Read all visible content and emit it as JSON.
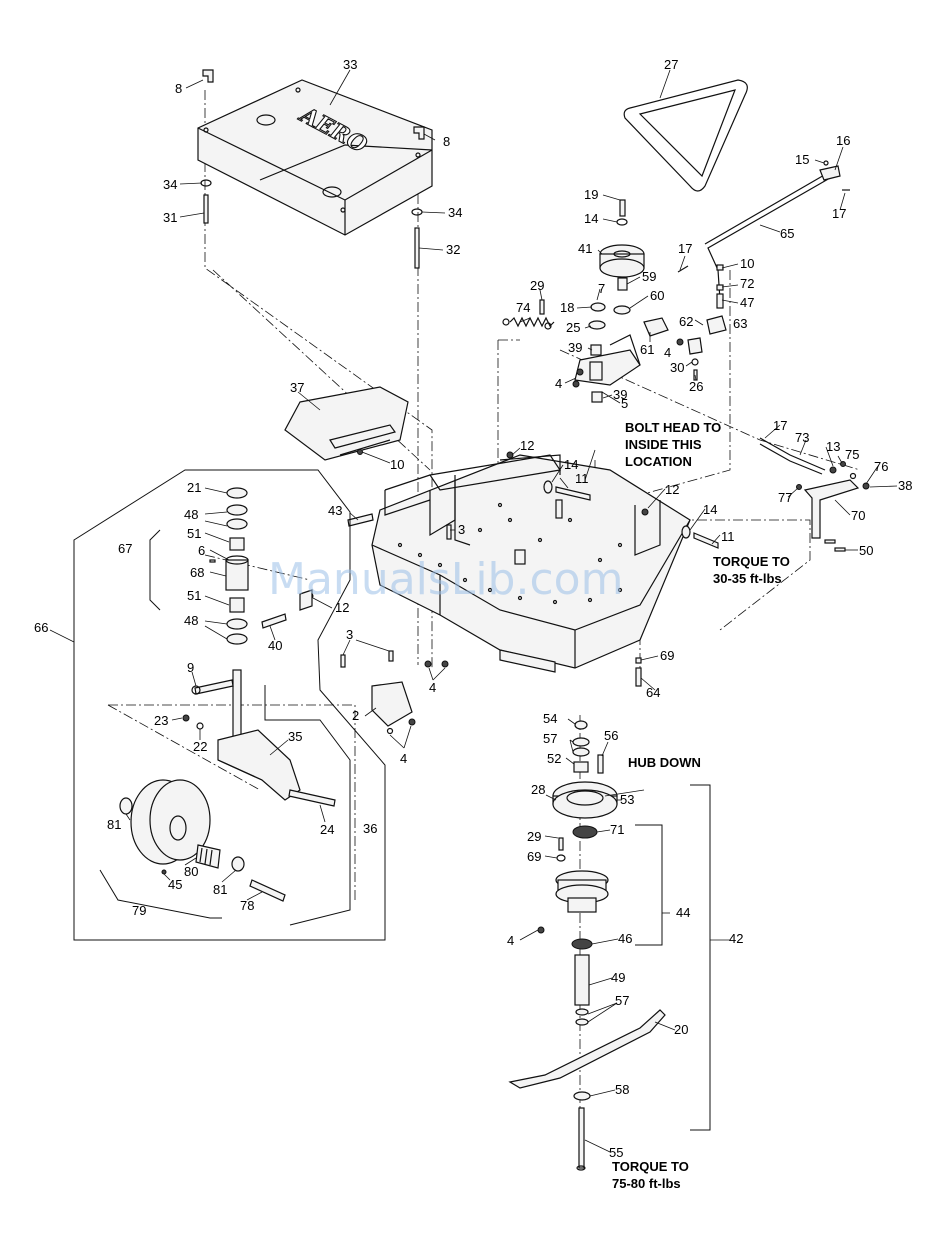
{
  "watermark": "ManualsLib.com",
  "logo_text": "AERO",
  "notes": {
    "bolt_head_1": "BOLT HEAD TO",
    "bolt_head_2": "INSIDE THIS",
    "bolt_head_3": "LOCATION",
    "torque_a_1": "TORQUE TO",
    "torque_a_2": "30-35 ft-lbs",
    "hub_down": "HUB DOWN",
    "torque_b_1": "TORQUE TO",
    "torque_b_2": "75-80 ft-lbs"
  },
  "callouts": [
    {
      "id": "c33",
      "label": "33"
    },
    {
      "id": "c8a",
      "label": "8"
    },
    {
      "id": "c8b",
      "label": "8"
    },
    {
      "id": "c34a",
      "label": "34"
    },
    {
      "id": "c31",
      "label": "31"
    },
    {
      "id": "c34b",
      "label": "34"
    },
    {
      "id": "c32",
      "label": "32"
    },
    {
      "id": "c27",
      "label": "27"
    },
    {
      "id": "c16",
      "label": "16"
    },
    {
      "id": "c15",
      "label": "15"
    },
    {
      "id": "c17a",
      "label": "17"
    },
    {
      "id": "c65",
      "label": "65"
    },
    {
      "id": "c19",
      "label": "19"
    },
    {
      "id": "c14a",
      "label": "14"
    },
    {
      "id": "c41",
      "label": "41"
    },
    {
      "id": "c17b",
      "label": "17"
    },
    {
      "id": "c10a",
      "label": "10"
    },
    {
      "id": "c72",
      "label": "72"
    },
    {
      "id": "c47",
      "label": "47"
    },
    {
      "id": "c59",
      "label": "59"
    },
    {
      "id": "c29a",
      "label": "29"
    },
    {
      "id": "c7",
      "label": "7"
    },
    {
      "id": "c60",
      "label": "60"
    },
    {
      "id": "c74",
      "label": "74"
    },
    {
      "id": "c18",
      "label": "18"
    },
    {
      "id": "c62",
      "label": "62"
    },
    {
      "id": "c63",
      "label": "63"
    },
    {
      "id": "c25",
      "label": "25"
    },
    {
      "id": "c39a",
      "label": "39"
    },
    {
      "id": "c61",
      "label": "61"
    },
    {
      "id": "c4a",
      "label": "4"
    },
    {
      "id": "c30",
      "label": "30"
    },
    {
      "id": "c26",
      "label": "26"
    },
    {
      "id": "c4b",
      "label": "4"
    },
    {
      "id": "c39b",
      "label": "39"
    },
    {
      "id": "c5",
      "label": "5"
    },
    {
      "id": "c37",
      "label": "37"
    },
    {
      "id": "c10b",
      "label": "10"
    },
    {
      "id": "c12a",
      "label": "12"
    },
    {
      "id": "c14b",
      "label": "14"
    },
    {
      "id": "c11a",
      "label": "11"
    },
    {
      "id": "c17c",
      "label": "17"
    },
    {
      "id": "c73",
      "label": "73"
    },
    {
      "id": "c13",
      "label": "13"
    },
    {
      "id": "c75",
      "label": "75"
    },
    {
      "id": "c76",
      "label": "76"
    },
    {
      "id": "c38",
      "label": "38"
    },
    {
      "id": "c77",
      "label": "77"
    },
    {
      "id": "c70",
      "label": "70"
    },
    {
      "id": "c12b",
      "label": "12"
    },
    {
      "id": "c14c",
      "label": "14"
    },
    {
      "id": "c11b",
      "label": "11"
    },
    {
      "id": "c50",
      "label": "50"
    },
    {
      "id": "c21",
      "label": "21"
    },
    {
      "id": "c43",
      "label": "43"
    },
    {
      "id": "c3a",
      "label": "3"
    },
    {
      "id": "c48a",
      "label": "48"
    },
    {
      "id": "c51a",
      "label": "51"
    },
    {
      "id": "c67",
      "label": "67"
    },
    {
      "id": "c6",
      "label": "6"
    },
    {
      "id": "c68",
      "label": "68"
    },
    {
      "id": "c51b",
      "label": "51"
    },
    {
      "id": "c12c",
      "label": "12"
    },
    {
      "id": "c66",
      "label": "66"
    },
    {
      "id": "c48b",
      "label": "48"
    },
    {
      "id": "c40",
      "label": "40"
    },
    {
      "id": "c3b",
      "label": "3"
    },
    {
      "id": "c69a",
      "label": "69"
    },
    {
      "id": "c4c",
      "label": "4"
    },
    {
      "id": "c64",
      "label": "64"
    },
    {
      "id": "c9",
      "label": "9"
    },
    {
      "id": "c2",
      "label": "2"
    },
    {
      "id": "c23",
      "label": "23"
    },
    {
      "id": "c22",
      "label": "22"
    },
    {
      "id": "c35",
      "label": "35"
    },
    {
      "id": "c4d",
      "label": "4"
    },
    {
      "id": "c54",
      "label": "54"
    },
    {
      "id": "c57a",
      "label": "57"
    },
    {
      "id": "c56",
      "label": "56"
    },
    {
      "id": "c52",
      "label": "52"
    },
    {
      "id": "c28",
      "label": "28"
    },
    {
      "id": "c53",
      "label": "53"
    },
    {
      "id": "c81a",
      "label": "81"
    },
    {
      "id": "c24",
      "label": "24"
    },
    {
      "id": "c36",
      "label": "36"
    },
    {
      "id": "c29b",
      "label": "29"
    },
    {
      "id": "c71",
      "label": "71"
    },
    {
      "id": "c80",
      "label": "80"
    },
    {
      "id": "c69b",
      "label": "69"
    },
    {
      "id": "c45",
      "label": "45"
    },
    {
      "id": "c81b",
      "label": "81"
    },
    {
      "id": "c79",
      "label": "79"
    },
    {
      "id": "c78",
      "label": "78"
    },
    {
      "id": "c44",
      "label": "44"
    },
    {
      "id": "c4e",
      "label": "4"
    },
    {
      "id": "c46",
      "label": "46"
    },
    {
      "id": "c42",
      "label": "42"
    },
    {
      "id": "c49",
      "label": "49"
    },
    {
      "id": "c57b",
      "label": "57"
    },
    {
      "id": "c20",
      "label": "20"
    },
    {
      "id": "c58",
      "label": "58"
    },
    {
      "id": "c55",
      "label": "55"
    }
  ]
}
